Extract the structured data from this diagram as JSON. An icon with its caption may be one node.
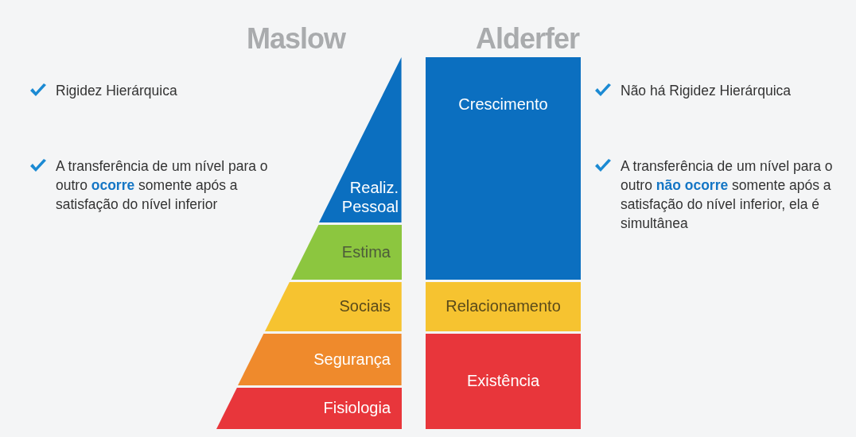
{
  "diagram": {
    "nodes": [
      {
        "text": [
          "Maslow"
        ]
      },
      {
        "text": [
          "Realiz. Pessoal"
        ],
        "in": 0
      },
      {
        "text": [
          "Estima"
        ],
        "in": 0
      },
      {
        "text": [
          "Sociais"
        ],
        "in": 0
      },
      {
        "text": [
          "Segurança"
        ],
        "in": 0
      },
      {
        "text": [
          "Fisiologia"
        ],
        "in": 0
      },
      {
        "text": [
          "Alderfer"
        ]
      },
      {
        "text": [
          "Crescimento"
        ],
        "in": 6
      },
      {
        "text": [
          "Relacionamento"
        ],
        "in": 6
      },
      {
        "text": [
          "Existência"
        ],
        "in": 6
      }
    ],
    "labels": [
      "Rigidez Hierárquica",
      "A transferência de um nível para o outro **ocorre** somente após a satisfação do nível inferior",
      "Não há Rigidez Hierárquica",
      "A transferência de um nível para o outro **não ocorre** somente após a satisfação do nível inferior, ela é simultânea"
    ]
  }
}
